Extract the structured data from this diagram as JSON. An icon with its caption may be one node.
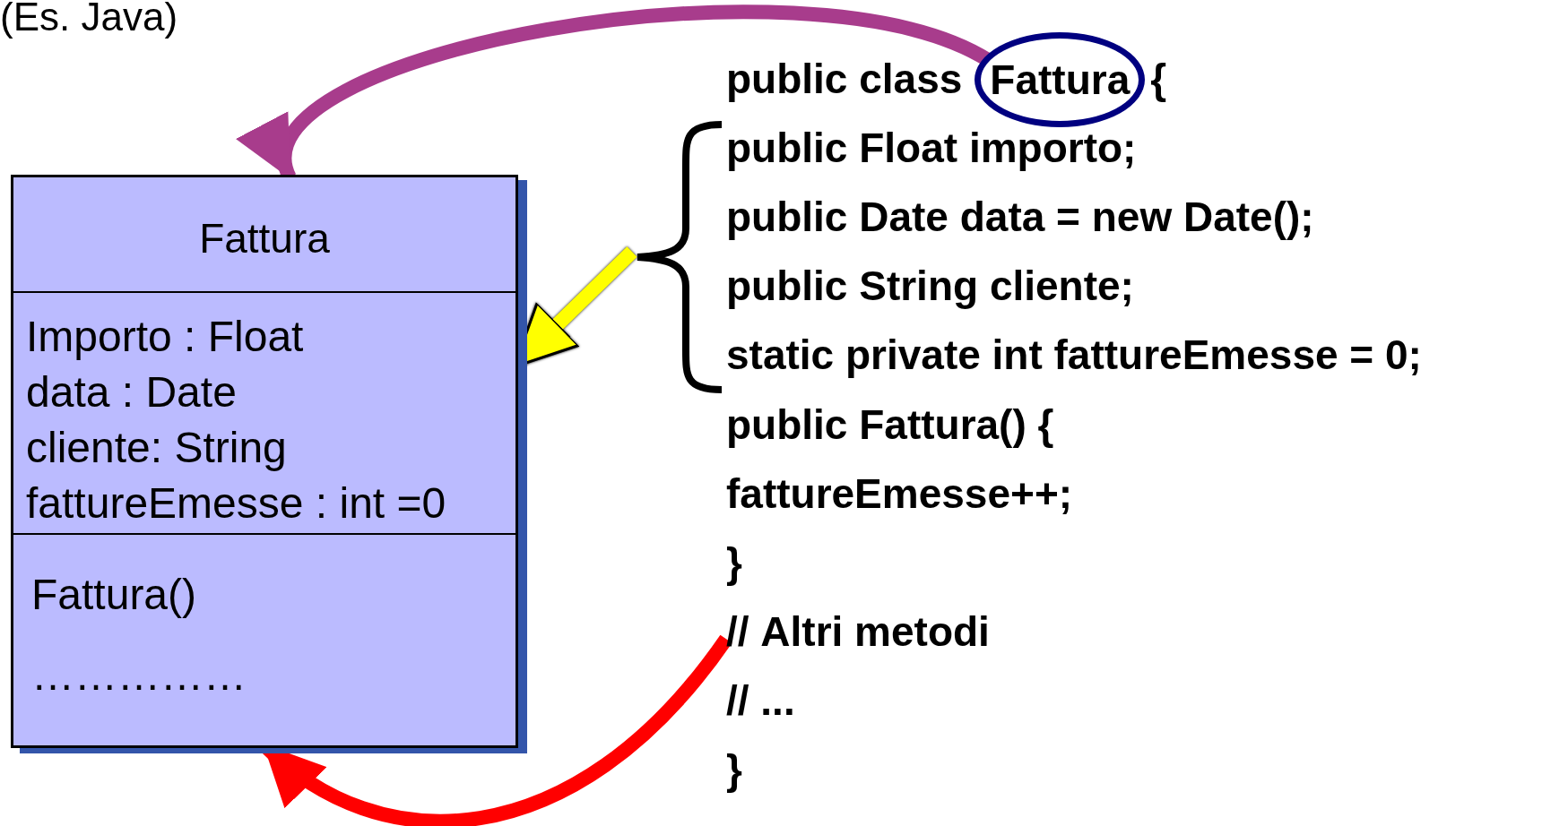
{
  "diagram": {
    "nodes": [
      {
        "text": [
          "Fattura"
        ]
      },
      {
        "text": [
          "Importo : Float",
          "data : Date",
          "cliente: String",
          "fattureEmesse : int =0"
        ]
      },
      {
        "text": [
          "Fattura()",
          "……………"
        ]
      },
      {
        "text": [
          "Fattura"
        ]
      },
      {
        "text": [
          "public Float importo;",
          "public Date data = new Date();",
          "public String cliente;",
          "static private int fattureEmesse = 0;"
        ]
      },
      {
        "text": [
          "public Fattura() {",
          "fattureEmesse++;",
          "}",
          "// **Altri metodi**",
          "// **...**"
        ]
      }
    ],
    "edges": [
      {
        "from": 3,
        "to": 0,
        "arrow": "to",
        "color": "#a83c8c"
      },
      {
        "from": 4,
        "to": 1,
        "arrow": "to",
        "color": "#ffff00"
      },
      {
        "from": 5,
        "to": 2,
        "arrow": "to",
        "color": "#ff0000"
      }
    ],
    "labels": [
      "(Es. Java)",
      "public class",
      "{",
      "}"
    ]
  }
}
